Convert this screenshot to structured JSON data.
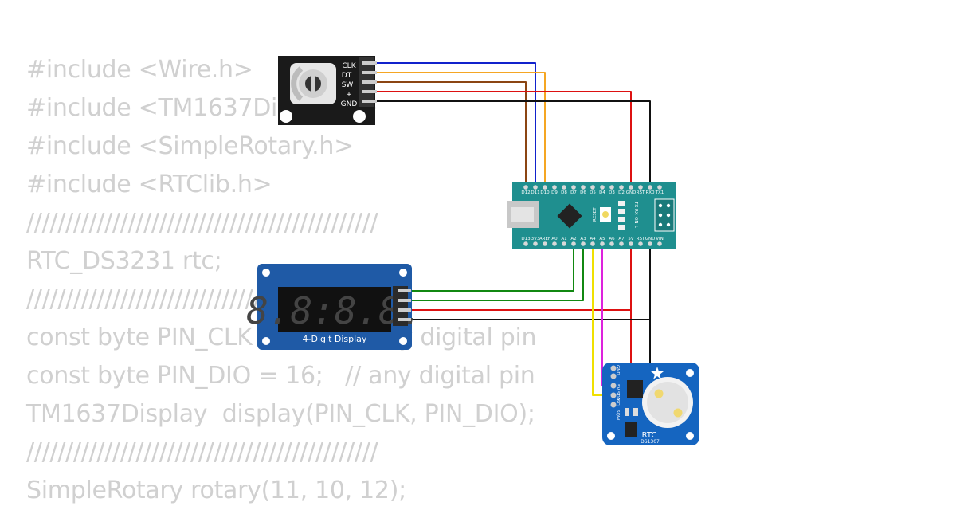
{
  "code_lines": [
    "#include <Wire.h>",
    "#include <TM1637Display.h>",
    "#include <SimpleRotary.h>",
    "#include <RTClib.h>",
    "/////////////////////////////////////////////",
    "RTC_DS3231 rtc;",
    "/////////////////////////////////////////////",
    "const byte PIN_CLK = 17;   // any digital pin",
    "const byte PIN_DIO = 16;   // any digital pin",
    "TM1637Display  display(PIN_CLK, PIN_DIO);",
    "/////////////////////////////////////////////",
    "SimpleRotary rotary(11, 10, 12);"
  ],
  "rotary_encoder": {
    "pins": [
      "CLK",
      "DT",
      "SW",
      "+",
      "GND"
    ]
  },
  "nano": {
    "top_pins": [
      "D12",
      "D11",
      "D10",
      "D9",
      "D8",
      "D7",
      "D6",
      "D5",
      "D4",
      "D3",
      "D2",
      "GND",
      "RST",
      "RX0",
      "TX1"
    ],
    "bottom_pins": [
      "D13",
      "3V3",
      "AREF",
      "A0",
      "A1",
      "A2",
      "A3",
      "A4",
      "A5",
      "A6",
      "A7",
      "5V",
      "RST",
      "GND",
      "VIN"
    ],
    "led_labels": [
      "TX",
      "RX",
      "ON",
      "L"
    ],
    "reset_label": "RESET"
  },
  "display": {
    "caption": "4-Digit Display",
    "digits": "8.8:8.8."
  },
  "rtc": {
    "title": "RTC",
    "model": "DS1307",
    "pins": [
      "GND",
      "5V",
      "SDA",
      "SCL",
      "SQW"
    ]
  },
  "wires": {
    "blue": "#1122cc",
    "orange": "#f5a623",
    "brown": "#8b4513",
    "red": "#dd1111",
    "black": "#111111",
    "green": "#118811",
    "yellow": "#f0e000",
    "magenta": "#dd22dd"
  }
}
